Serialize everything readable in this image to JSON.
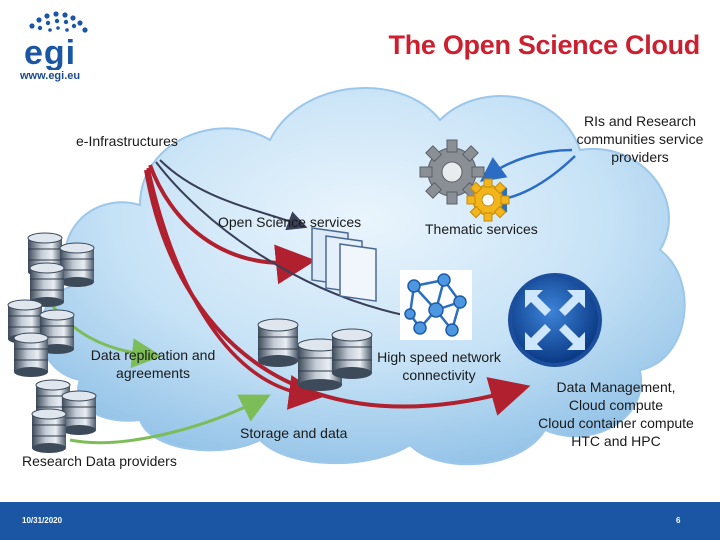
{
  "header": {
    "title": "The Open Science Cloud",
    "logo_text": "egi",
    "logo_url": "www.egi.eu"
  },
  "labels": {
    "e_infra": "e-Infrastructures",
    "ris": [
      "RIs and Research",
      "communities service",
      "providers"
    ],
    "open_science": "Open Science services",
    "thematic": "Thematic services",
    "data_replication": [
      "Data replication and",
      "agreements"
    ],
    "high_speed": [
      "High speed network",
      "connectivity"
    ],
    "data_management": [
      "Data Management,",
      "Cloud compute",
      "Cloud container compute",
      "HTC  and HPC"
    ],
    "storage": "Storage and data",
    "research_data": "Research Data providers"
  },
  "footer": {
    "date": "10/31/2020",
    "page": "6"
  },
  "colors": {
    "title": "#cc1f2f",
    "brand_blue": "#1b56a5",
    "cloud": "#b9d9f1",
    "arrow_red": "#b0202e",
    "arrow_dark": "#3a3f58",
    "arrow_green": "#7dbd57",
    "arrow_blue": "#2b6cc4"
  }
}
